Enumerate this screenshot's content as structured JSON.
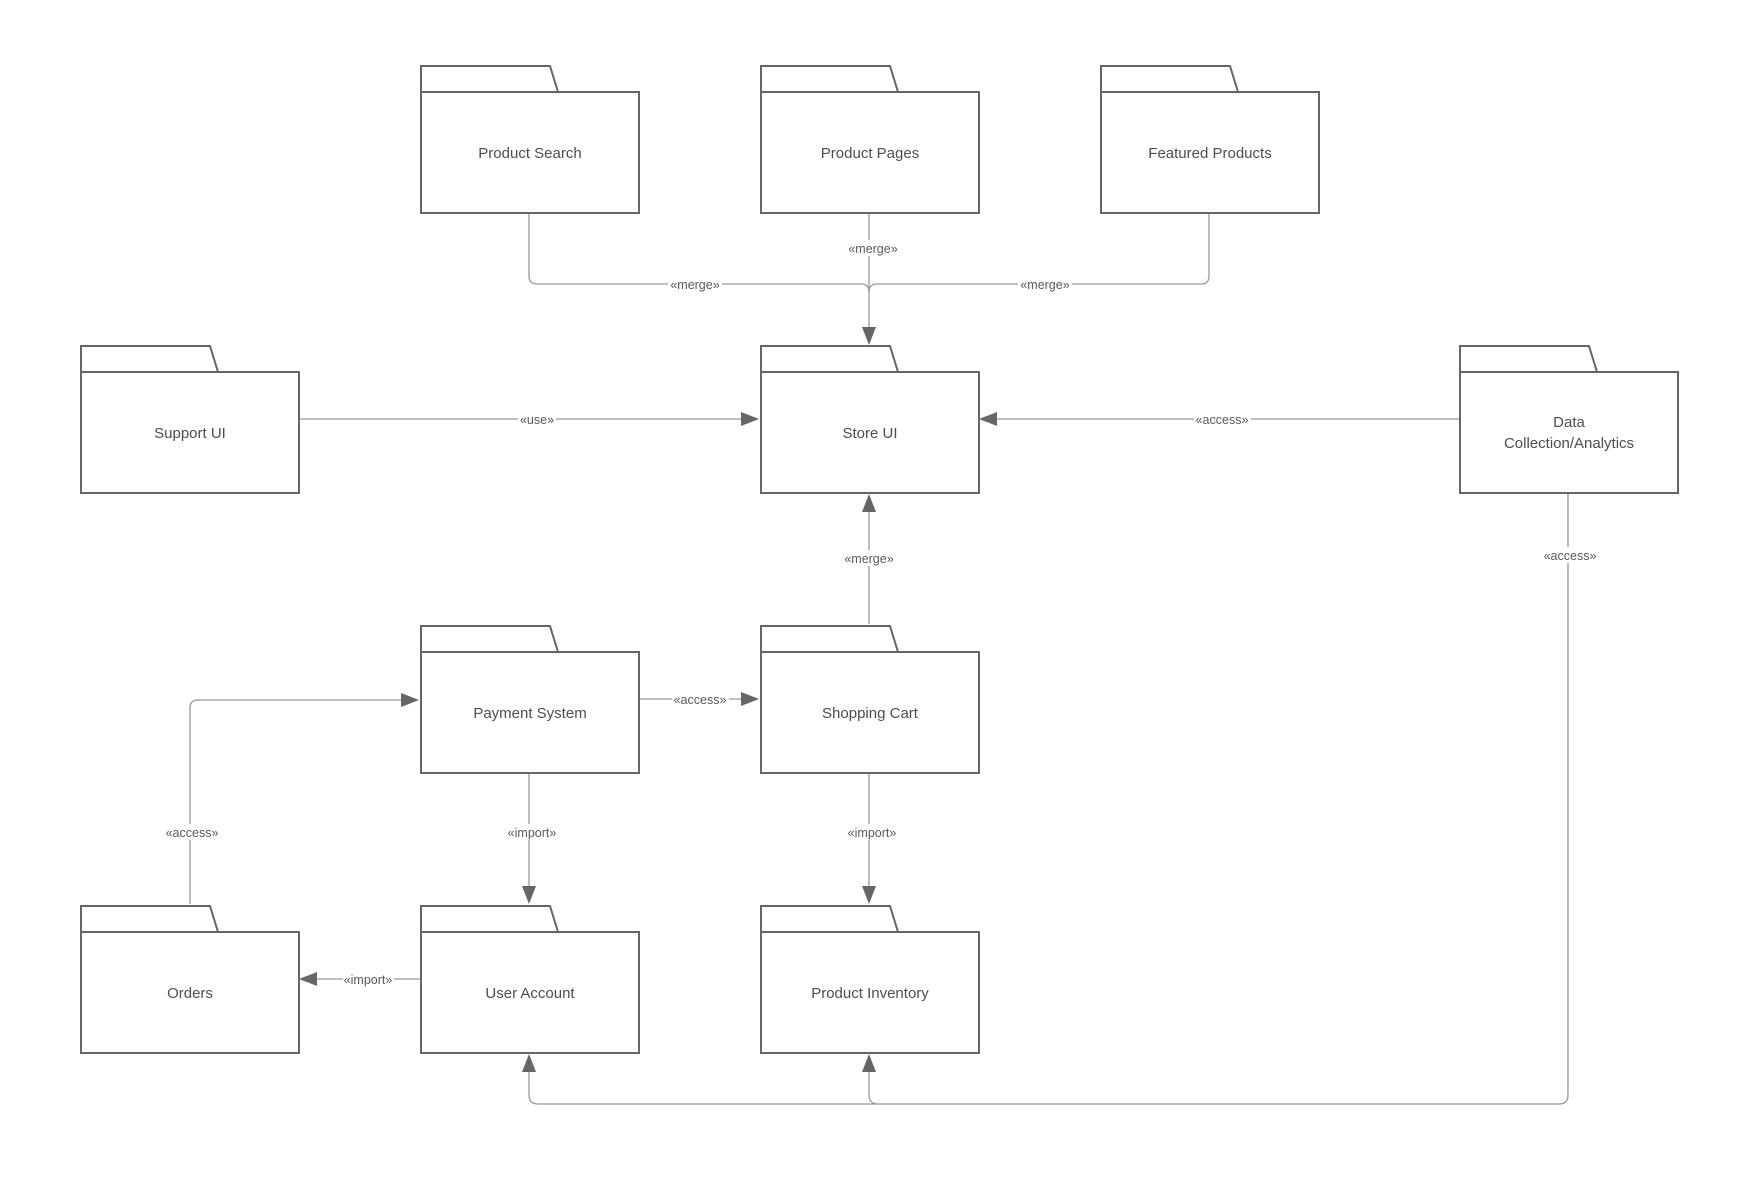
{
  "diagram": {
    "type": "uml-package-diagram",
    "subject": "E-commerce store architecture",
    "colors": {
      "canvas_bg": "#ffffff",
      "package_fill": "#ffffff",
      "package_border": "#666666",
      "edge_line": "#999999",
      "arrowhead": "#666666",
      "package_text": "#4d4d4d",
      "stereotype_text": "#595959"
    },
    "packages": [
      {
        "id": "product-search",
        "label": "Product Search"
      },
      {
        "id": "product-pages",
        "label": "Product Pages"
      },
      {
        "id": "featured-products",
        "label": "Featured Products"
      },
      {
        "id": "support-ui",
        "label": "Support UI"
      },
      {
        "id": "store-ui",
        "label": "Store UI"
      },
      {
        "id": "data-collection",
        "label": "Data Collection/Analytics",
        "label_lines": [
          "Data",
          "Collection/Analytics"
        ]
      },
      {
        "id": "payment-system",
        "label": "Payment System"
      },
      {
        "id": "shopping-cart",
        "label": "Shopping Cart"
      },
      {
        "id": "orders",
        "label": "Orders"
      },
      {
        "id": "user-account",
        "label": "User Account"
      },
      {
        "id": "product-inventory",
        "label": "Product Inventory"
      }
    ],
    "edges": [
      {
        "id": "search-merge-store",
        "from": "Product Search",
        "to": "Store UI",
        "stereotype": "«merge»"
      },
      {
        "id": "pages-merge-store",
        "from": "Product Pages",
        "to": "Store UI",
        "stereotype": "«merge»"
      },
      {
        "id": "featured-merge-store",
        "from": "Featured Products",
        "to": "Store UI",
        "stereotype": "«merge»"
      },
      {
        "id": "support-use-store",
        "from": "Support UI",
        "to": "Store UI",
        "stereotype": "«use»"
      },
      {
        "id": "data-access-store",
        "from": "Data Collection/Analytics",
        "to": "Store UI",
        "stereotype": "«access»"
      },
      {
        "id": "cart-merge-store",
        "from": "Shopping Cart",
        "to": "Store UI",
        "stereotype": "«merge»"
      },
      {
        "id": "payment-access-cart",
        "from": "Payment System",
        "to": "Shopping Cart",
        "stereotype": "«access»"
      },
      {
        "id": "payment-import-user",
        "from": "Payment System",
        "to": "User Account",
        "stereotype": "«import»"
      },
      {
        "id": "cart-import-inventory",
        "from": "Shopping Cart",
        "to": "Product Inventory",
        "stereotype": "«import»"
      },
      {
        "id": "user-import-orders",
        "from": "User Account",
        "to": "Orders",
        "stereotype": "«import»"
      },
      {
        "id": "orders-access-payment",
        "from": "Orders",
        "to": "Payment System",
        "stereotype": "«access»"
      },
      {
        "id": "data-access-user-inventory",
        "from": "Data Collection/Analytics",
        "to": "User Account, Product Inventory",
        "stereotype": "«access»"
      }
    ]
  }
}
